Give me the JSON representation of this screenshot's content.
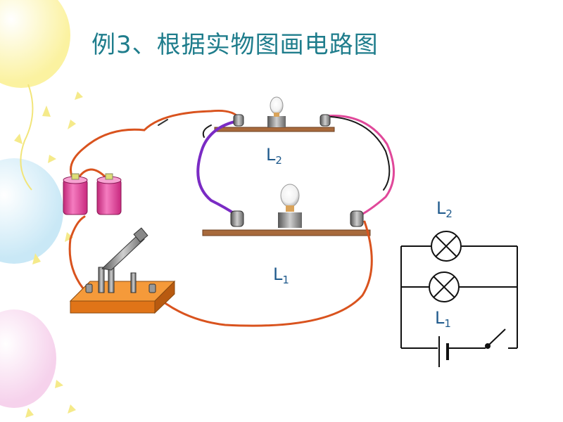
{
  "title": "例3、根据实物图画电路图",
  "labels": {
    "lamp_top": {
      "letter": "L",
      "sub": "2"
    },
    "lamp_bottom": {
      "letter": "L",
      "sub": "1"
    },
    "schem_top": {
      "letter": "L",
      "sub": "2"
    },
    "schem_bottom": {
      "letter": "L",
      "sub": "1"
    }
  },
  "colors": {
    "title": "#1f7d8c",
    "label": "#1f5a8c",
    "wire_orange": "#d9531e",
    "wire_purple": "#7a2bc4",
    "wire_pink": "#e0489a",
    "battery": "#e8489a",
    "switch_base": "#f07a1e"
  }
}
